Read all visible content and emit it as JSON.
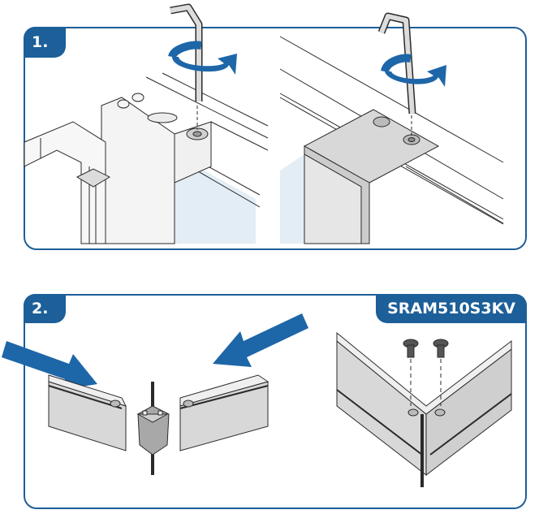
{
  "steps": [
    {
      "label": "1."
    },
    {
      "label": "2."
    }
  ],
  "model_code": "SRAM510S3KV",
  "colors": {
    "accent": "#1c5f99",
    "arrow": "#1d66a8",
    "line": "#2a2a2a",
    "glass": "#dde9f2",
    "metal": "#c9c9c9"
  },
  "icons": [
    "allen-key-icon",
    "rotate-arrow-icon",
    "push-arrow-icon",
    "screw-icon",
    "connector-icon"
  ]
}
